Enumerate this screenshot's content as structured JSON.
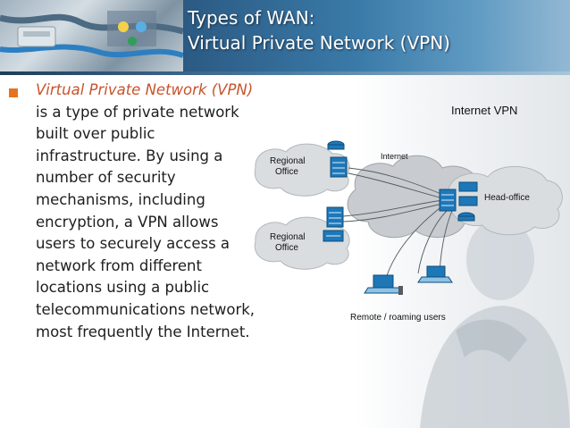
{
  "slide": {
    "title_line1": "Types of WAN:",
    "title_line2": "Virtual Private Network (VPN)",
    "body_lead": "Virtual Private Network (VPN)",
    "body_lines": [
      "is a type of private network",
      "built over public",
      "infrastructure. By using a",
      "number of security",
      "mechanisms, including",
      "encryption, a VPN allows",
      "users to securely access a",
      "network from different",
      "locations using a public",
      "telecommunications network,",
      "most frequently the Internet."
    ]
  },
  "diagram": {
    "title": "Internet VPN",
    "cloud_label": "Internet",
    "office1_line1": "Regional",
    "office1_line2": "Office",
    "office2_line1": "Regional",
    "office2_line2": "Office",
    "head_office": "Head-office",
    "remote_users": "Remote / roaming users"
  },
  "colors": {
    "header_band": "#3a7aa8",
    "title_text": "#ffffff",
    "lead_text": "#c8532c",
    "bullet": "#e8711f",
    "body_text": "#1e1e1e",
    "network_device": "#1e78b8"
  }
}
